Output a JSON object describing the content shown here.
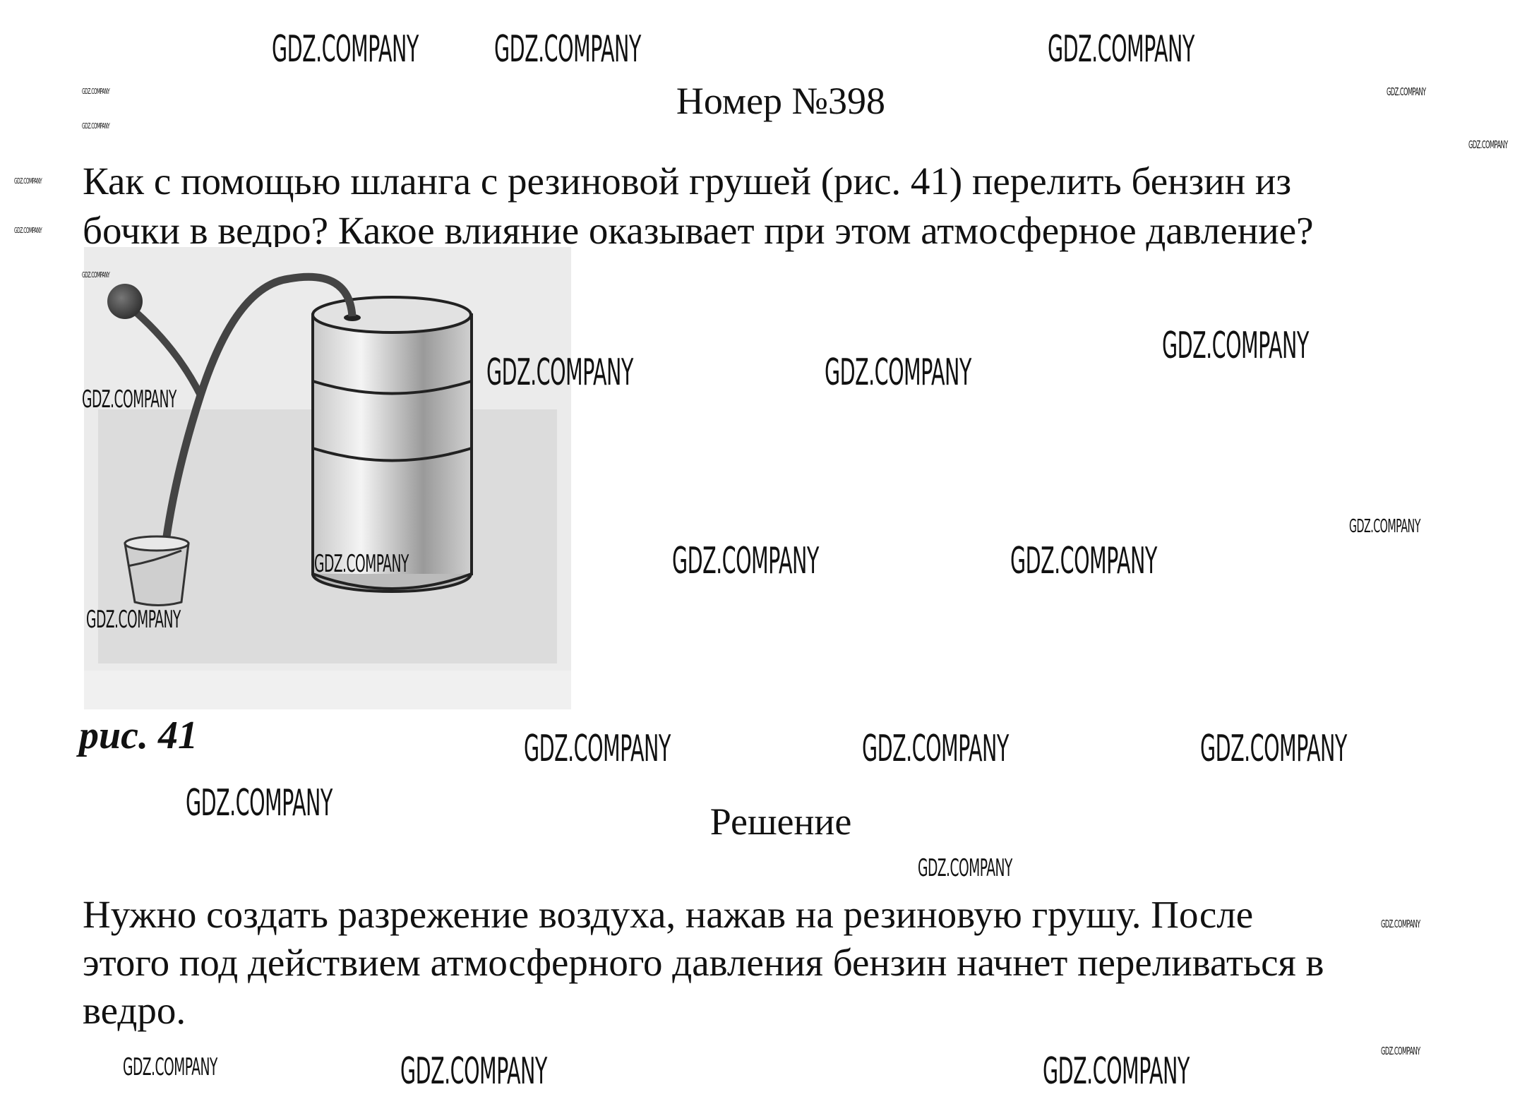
{
  "header": {
    "title": "Номер №398"
  },
  "question": {
    "lines": [
      "Как с помощью шланга с резиновой грушей (рис. 41) перелить бензин из",
      "бочки в ведро? Какое влияние оказывает при этом атмосферное давление?"
    ]
  },
  "figure": {
    "caption": "рис. 41"
  },
  "solution": {
    "title": "Решение",
    "lines": [
      "Нужно создать разрежение воздуха, нажав на резиновую грушу. После",
      "этого под действием атмосферного давления бензин начнет переливаться в",
      "ведро."
    ]
  },
  "watermark": {
    "text": "GDZ.COMPANY"
  }
}
